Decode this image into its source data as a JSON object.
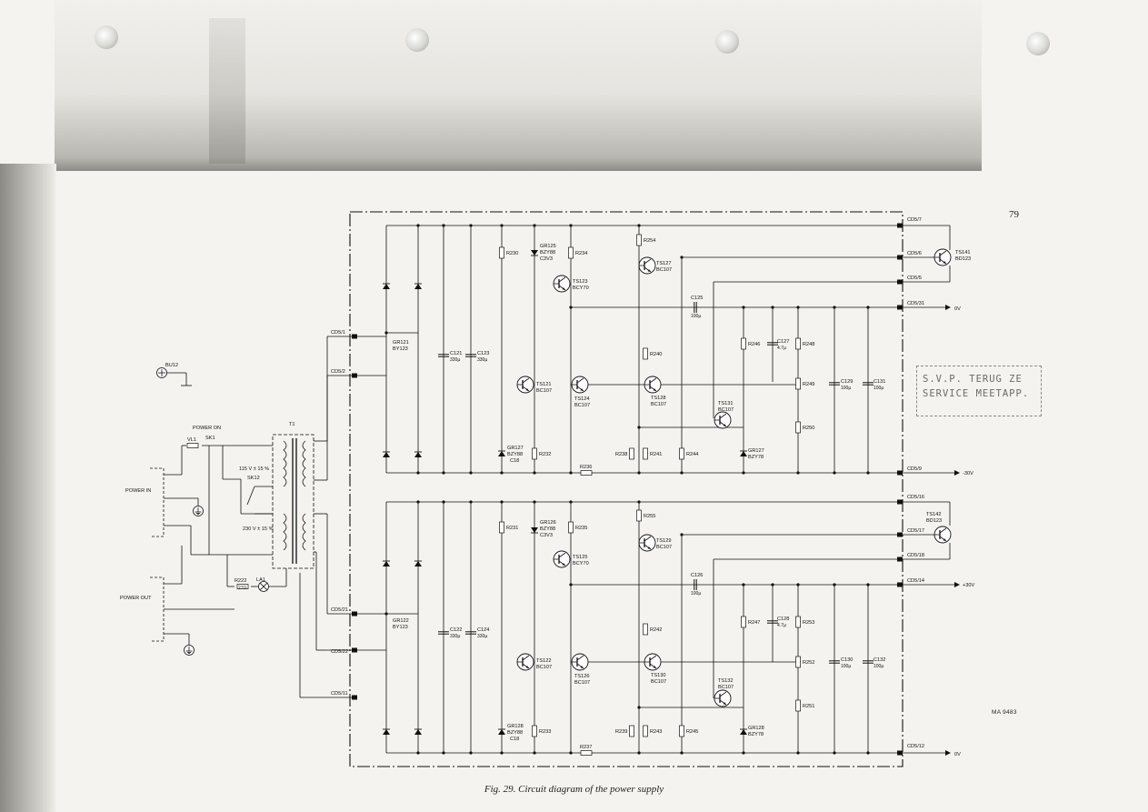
{
  "page_number": "79",
  "doc_code": "MA 9483",
  "caption": "Fig. 29. Circuit diagram of the power supply",
  "stamp": {
    "line1": "S.V.P. TERUG ZE",
    "line2": "SERVICE MEETAPP."
  },
  "left": {
    "bu12": "BU12",
    "power_on": "POWER ON",
    "sk1": "SK1",
    "vl1": "VL1",
    "t1": "T1",
    "v115": "115 V ± 15 %",
    "sk12": "SK12",
    "v230": "230 V ± 15 %",
    "power_in": "POWER IN",
    "power_out": "POWER OUT",
    "r222": "R222",
    "r222v": "27Ω",
    "la1": "LA1"
  },
  "connectors": {
    "c1": "CD5/1",
    "c2": "CD5/2",
    "c21": "CD5/21",
    "c22": "CD5/22",
    "c11": "CD5/11",
    "r7": "CD5/7",
    "r6": "CD5/6",
    "r5": "CD5/5",
    "r31": "CD5/31",
    "r9": "CD5/9",
    "r16": "CD5/16",
    "r17": "CD5/17",
    "r18": "CD5/18",
    "r14": "CD5/14",
    "r12": "CD5/12"
  },
  "rails": {
    "v0_top": "0V",
    "vneg30": "-30V",
    "v30": "+30V",
    "v0_bot": "0V"
  },
  "upper": {
    "gr121": "GR121",
    "gr121t": "BY123",
    "c121": "C121",
    "c121v": "330µ",
    "c123": "C123",
    "c123v": "330µ",
    "r230": "R230",
    "gr125": "GR125",
    "gr125t": "BZY88",
    "gr125v": "C3V3",
    "r234": "R234",
    "ts123": "TS123",
    "ts123t": "BCY70",
    "ts121": "TS121",
    "ts121t": "BC107",
    "ts124": "TS124",
    "ts124t": "BC107",
    "gr127": "GR127",
    "gr127t": "BZY88",
    "gr127v": "C18",
    "r232": "R232",
    "r236": "R236",
    "r254": "R254",
    "ts127": "TS127",
    "ts127t": "BC107",
    "c125": "C125",
    "c125v": "100µ",
    "r240": "R240",
    "ts128": "TS128",
    "ts128t": "BC107",
    "r238": "R238",
    "r241": "R241",
    "r244": "R244",
    "ts131": "TS131",
    "ts131t": "BC107",
    "r246": "R246",
    "c127": "C127",
    "c127v": "4.7µ",
    "r248": "R248",
    "r249": "R249",
    "r250": "R250",
    "gr127b": "GR127",
    "gr127bt": "BZY78",
    "c129": "C129",
    "c129v": "100µ",
    "c131": "C131",
    "c131v": "100µ",
    "ts141": "TS141",
    "ts141t": "BD123"
  },
  "lower": {
    "gr122": "GR122",
    "gr122t": "BY123",
    "c122": "C122",
    "c122v": "330µ",
    "c124": "C124",
    "c124v": "330µ",
    "r231": "R231",
    "gr126": "GR126",
    "gr126t": "BZY88",
    "gr126v": "C3V3",
    "r235": "R235",
    "ts125": "TS125",
    "ts125t": "BCY70",
    "ts122": "TS122",
    "ts122t": "BC107",
    "ts126": "TS126",
    "ts126t": "BC107",
    "gr128": "GR128",
    "gr128t": "BZY88",
    "gr128v": "C18",
    "r233": "R233",
    "r237": "R237",
    "r255": "R255",
    "ts129": "TS129",
    "ts129t": "BC107",
    "c126": "C126",
    "c126v": "100µ",
    "r242": "R242",
    "ts130": "TS130",
    "ts130t": "BC107",
    "r239": "R239",
    "r243": "R243",
    "r245": "R245",
    "ts132": "TS132",
    "ts132t": "BC107",
    "r247": "R247",
    "c128": "C128",
    "c128v": "4.7µ",
    "r253": "R253",
    "r252": "R252",
    "r251": "R251",
    "gr128b": "GR128",
    "gr128bt": "BZY78",
    "c130": "C130",
    "c130v": "100µ",
    "c132": "C132",
    "c132v": "100µ",
    "ts142": "TS142",
    "ts142t": "BD123"
  }
}
